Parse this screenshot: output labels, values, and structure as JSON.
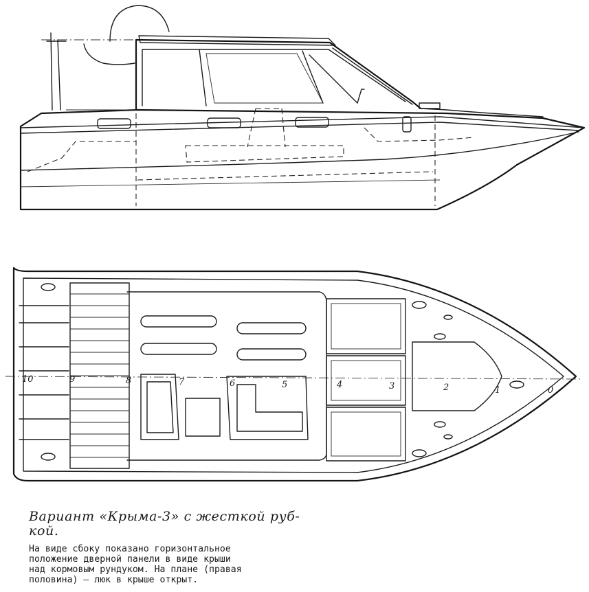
{
  "caption": {
    "title_lines": [
      "Вариант «Крыма-3» с жесткой руб-",
      "кой."
    ],
    "body_lines": [
      "На виде сбоку показано горизонтальное",
      "положение дверной панели в виде крыши",
      "над кормовым рундуком. На плане (правая",
      "половина) — люк в крыше открыт."
    ]
  },
  "plan_view": {
    "stations": [
      "10",
      "9",
      "8",
      "7",
      "6",
      "5",
      "4",
      "3",
      "2",
      "1",
      "0"
    ]
  }
}
